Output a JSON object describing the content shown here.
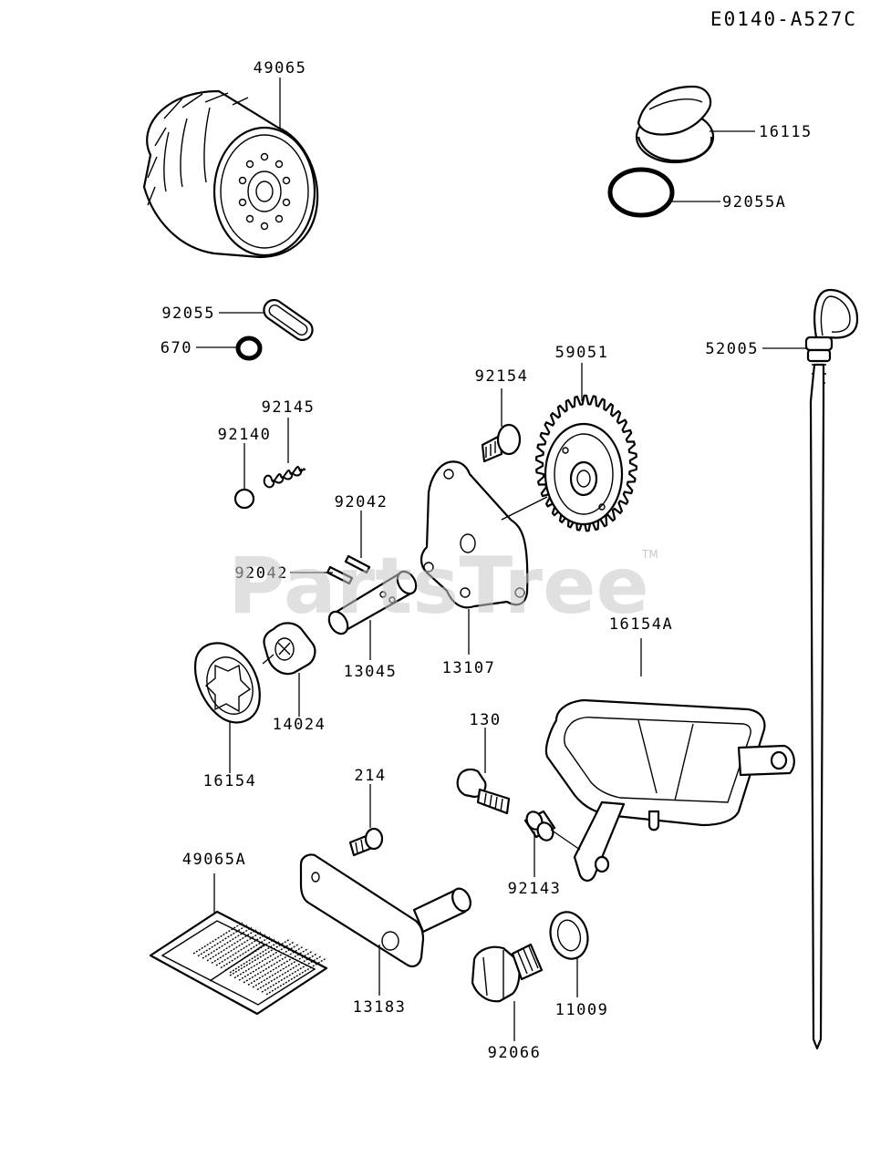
{
  "diagram_code": "E0140-A527C",
  "watermark": "PartsTree",
  "watermark_tm": "TM",
  "parts": [
    {
      "id": "p49065",
      "label": "49065"
    },
    {
      "id": "p16115",
      "label": "16115"
    },
    {
      "id": "p92055A",
      "label": "92055A"
    },
    {
      "id": "p92055",
      "label": "92055"
    },
    {
      "id": "p670",
      "label": "670"
    },
    {
      "id": "p52005",
      "label": "52005"
    },
    {
      "id": "p92154",
      "label": "92154"
    },
    {
      "id": "p59051",
      "label": "59051"
    },
    {
      "id": "p92145",
      "label": "92145"
    },
    {
      "id": "p92140",
      "label": "92140"
    },
    {
      "id": "p92042a",
      "label": "92042"
    },
    {
      "id": "p92042b",
      "label": "92042"
    },
    {
      "id": "p13045",
      "label": "13045"
    },
    {
      "id": "p13107",
      "label": "13107"
    },
    {
      "id": "p14024",
      "label": "14024"
    },
    {
      "id": "p16154",
      "label": "16154"
    },
    {
      "id": "p16154A",
      "label": "16154A"
    },
    {
      "id": "p130",
      "label": "130"
    },
    {
      "id": "p214",
      "label": "214"
    },
    {
      "id": "p49065A",
      "label": "49065A"
    },
    {
      "id": "p92143",
      "label": "92143"
    },
    {
      "id": "p13183",
      "label": "13183"
    },
    {
      "id": "p11009",
      "label": "11009"
    },
    {
      "id": "p92066",
      "label": "92066"
    }
  ]
}
